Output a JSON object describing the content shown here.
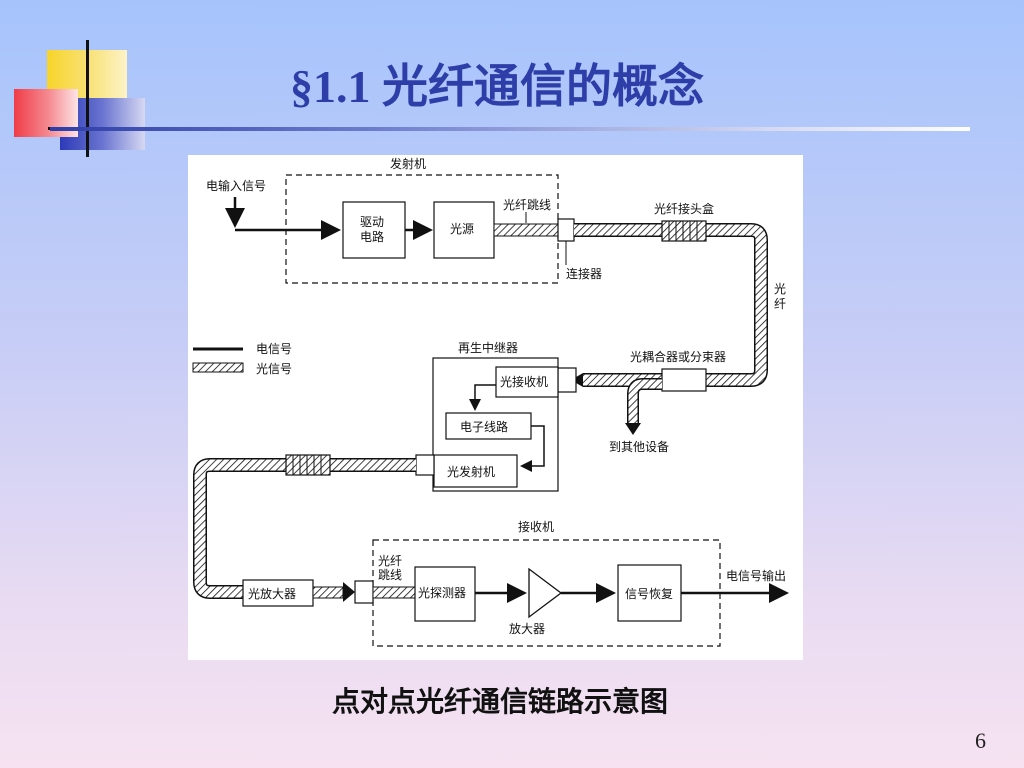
{
  "slide": {
    "title": "§1.1 光纤通信的概念",
    "caption": "点对点光纤通信链路示意图",
    "page_number": "6"
  },
  "diagram": {
    "transmitter": {
      "label": "发射机",
      "input": "电输入信号",
      "driver": [
        "驱动",
        "电路"
      ],
      "source": "光源",
      "jumper": "光纤跳线",
      "connector": "连接器",
      "splice_box": "光纤接头盒",
      "fiber": [
        "光",
        "纤"
      ]
    },
    "legend": {
      "electrical": "电信号",
      "optical": "光信号"
    },
    "repeater": {
      "label": "再生中继器",
      "coupler": "光耦合器或分束器",
      "other_equipment": "到其他设备",
      "optical_receiver": "光接收机",
      "electronic_circuit": "电子线路",
      "optical_transmitter": "光发射机"
    },
    "receiver": {
      "label": "接收机",
      "amplifier_optical": "光放大器",
      "jumper": [
        "光纤",
        "跳线"
      ],
      "detector": "光探测器",
      "amplifier": "放大器",
      "recovery": "信号恢复",
      "output": "电信号输出"
    }
  },
  "colors": {
    "title": "#2e3ea8",
    "deco_yellow": "#f7d42a",
    "deco_red": "#f0404a",
    "deco_blue": "#2d3ab8"
  }
}
